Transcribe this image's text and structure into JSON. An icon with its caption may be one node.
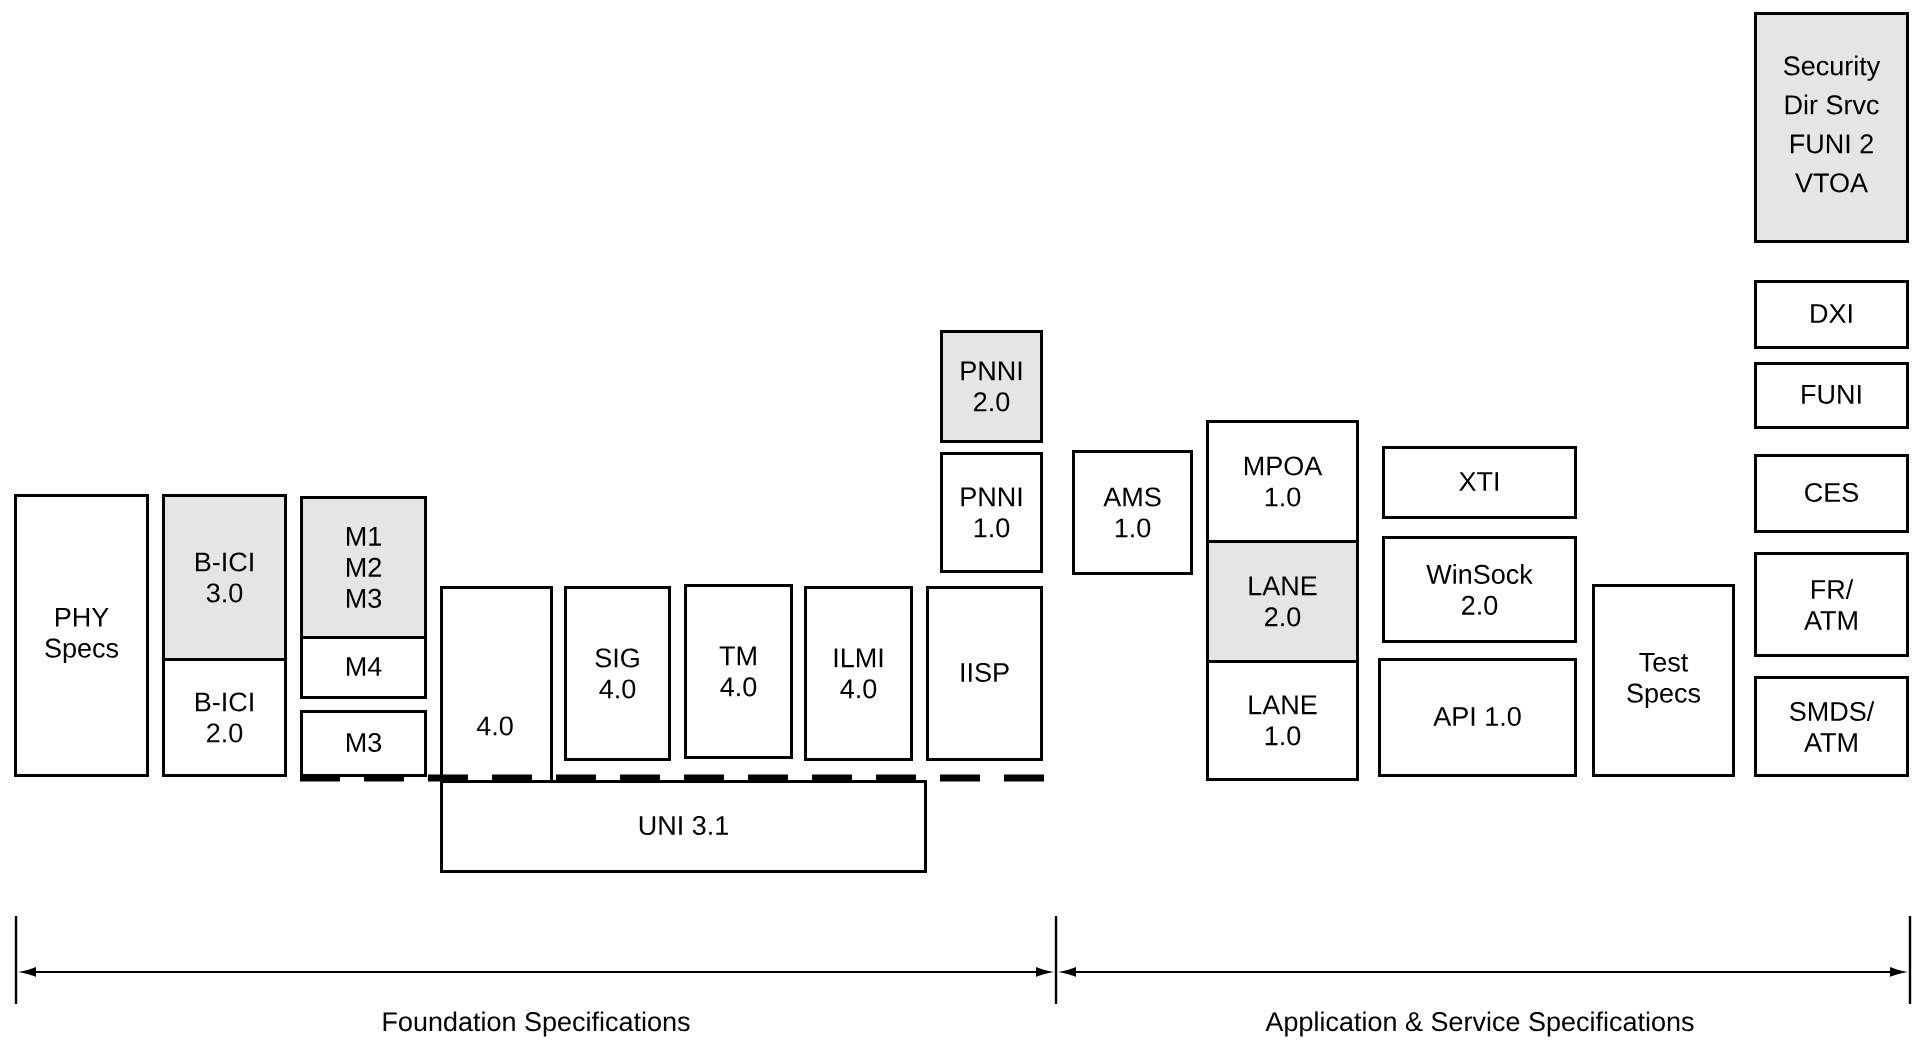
{
  "diagram": {
    "nodes": [
      {
        "text": [
          "PHY Specs"
        ]
      },
      {
        "text": [
          "B-ICI 3.0"
        ]
      },
      {
        "text": [
          "B-ICI 2.0"
        ]
      },
      {
        "text": [
          "M1 M2 M3"
        ]
      },
      {
        "text": [
          "M4"
        ]
      },
      {
        "text": [
          "M3"
        ]
      },
      {
        "text": [
          "4.0"
        ]
      },
      {
        "text": [
          "UNI 3.1"
        ]
      },
      {
        "text": [
          "SIG 4.0"
        ]
      },
      {
        "text": [
          "TM 4.0"
        ]
      },
      {
        "text": [
          "ILMI 4.0"
        ]
      },
      {
        "text": [
          "PNNI 2.0"
        ]
      },
      {
        "text": [
          "PNNI 1.0"
        ]
      },
      {
        "text": [
          "IISP"
        ]
      },
      {
        "text": [
          "AMS 1.0"
        ]
      },
      {
        "text": [
          "MPOA 1.0"
        ]
      },
      {
        "text": [
          "LANE 2.0"
        ]
      },
      {
        "text": [
          "LANE 1.0"
        ]
      },
      {
        "text": [
          "XTI"
        ]
      },
      {
        "text": [
          "WinSock 2.0"
        ]
      },
      {
        "text": [
          "API 1.0"
        ]
      },
      {
        "text": [
          "Test Specs"
        ]
      },
      {
        "text": [
          "Security",
          "Dir Srvc",
          "FUNI 2",
          "VTOA"
        ]
      },
      {
        "text": [
          "DXI"
        ]
      },
      {
        "text": [
          "FUNI"
        ]
      },
      {
        "text": [
          "CES"
        ]
      },
      {
        "text": [
          "FR/ ATM"
        ]
      },
      {
        "text": [
          "SMDS/ ATM"
        ]
      }
    ],
    "labels": [
      "Foundation Specifications",
      "Application & Service Specifications"
    ]
  }
}
